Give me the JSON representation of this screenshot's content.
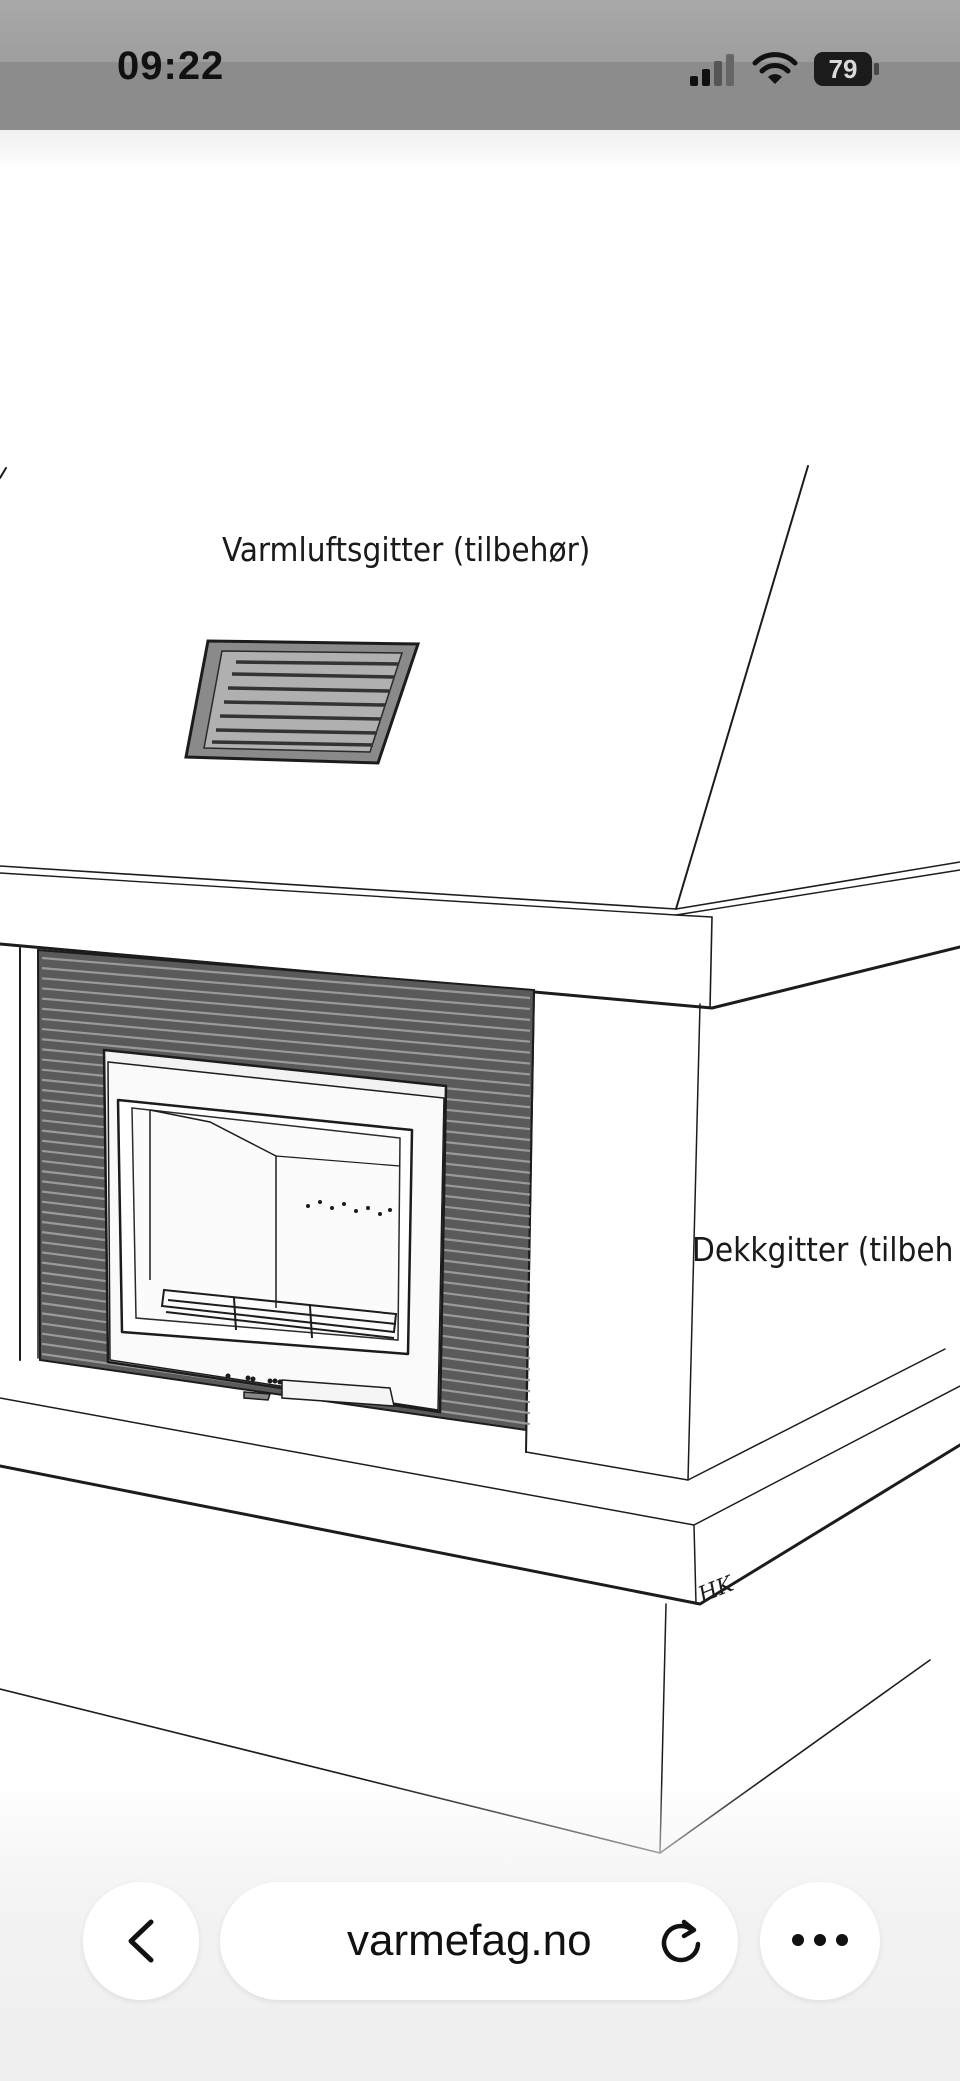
{
  "status_bar": {
    "time": "09:22",
    "battery_level": "79",
    "icons": [
      "signal-icon",
      "wifi-icon",
      "battery-icon"
    ]
  },
  "illustration": {
    "label_vent": "Varmluftsgitter (tilbehør)",
    "label_cover_grille": "Dekkgitter (tilbeh",
    "signature": "HK"
  },
  "browser": {
    "url": "varmefag.no",
    "icons": [
      "back-icon",
      "reload-icon",
      "more-icon"
    ]
  }
}
